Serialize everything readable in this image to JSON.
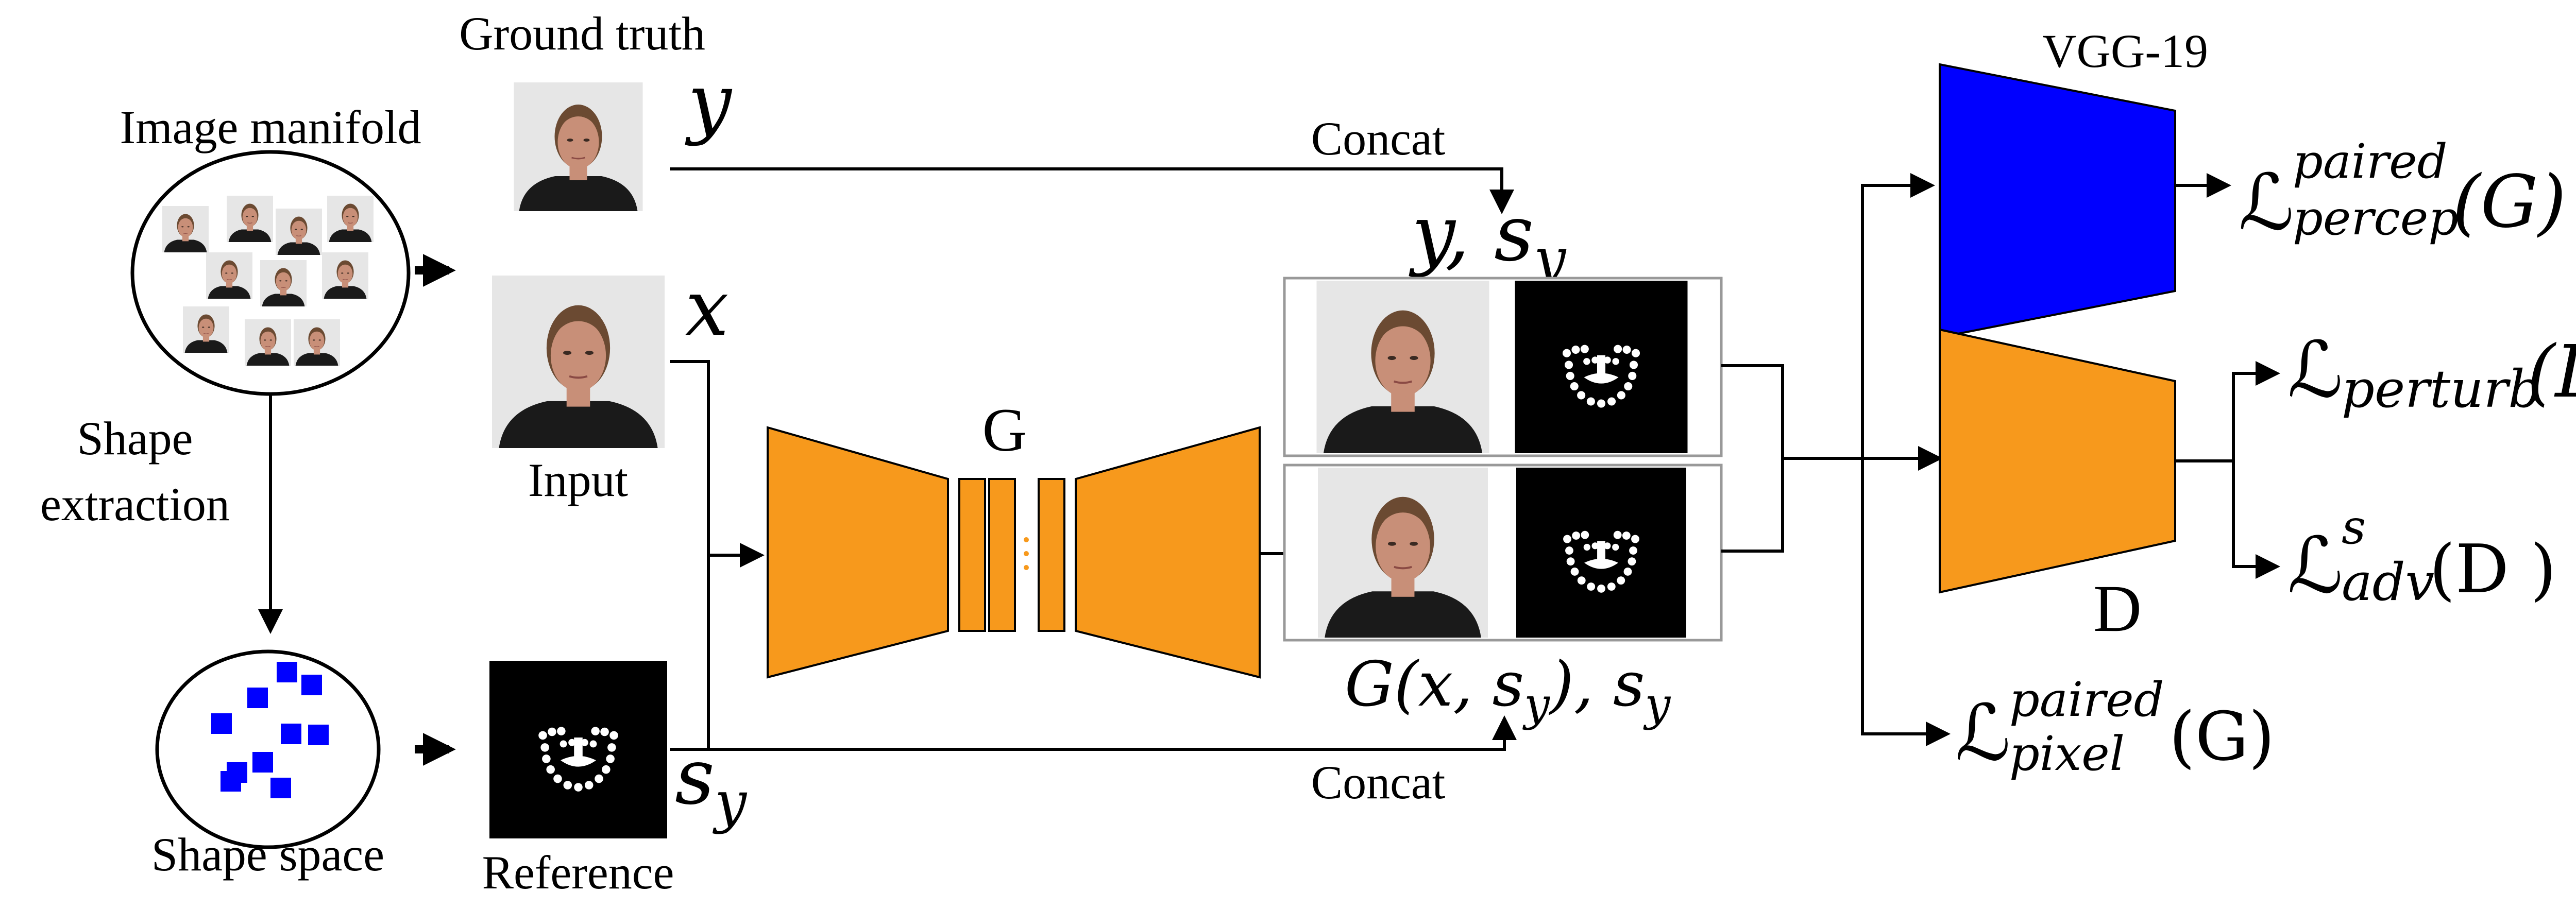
{
  "labels": {
    "ground_truth": "Ground truth",
    "image_manifold": "Image manifold",
    "shape_extraction_line1": "Shape",
    "shape_extraction_line2": "extraction",
    "shape_space": "Shape space",
    "input": "Input",
    "reference": "Reference",
    "concat_top": "Concat",
    "concat_bottom": "Concat",
    "generator": "G",
    "discriminator": "D",
    "vgg": "VGG-19"
  },
  "symbols": {
    "y": "y",
    "x": "x",
    "s_y_base": "s",
    "s_y_sub": "y",
    "pair_top_a": "y, s",
    "pair_top_sub": "y",
    "pair_bottom_a": "G(x, s",
    "pair_bottom_sub1": "y",
    "pair_bottom_b": "), s",
    "pair_bottom_sub2": "y"
  },
  "losses": {
    "L": "ℒ",
    "percep_sup": "paired",
    "percep_sub": "percep",
    "percep_arg": "(G)",
    "perturb_sub": "perturb",
    "perturb_arg": "(D)",
    "adv_sup": "s",
    "adv_sub": "adv",
    "adv_arg": "(D )",
    "pixel_sup": "paired",
    "pixel_sub": "pixel",
    "pixel_arg": "(G)"
  },
  "colors": {
    "generator": "#F7991C",
    "discriminator": "#F7991C",
    "vgg": "#0000FF",
    "shape_points": "#0000FF",
    "face_background": "#E6E6E6",
    "shirt": "#1A1A1A",
    "skin": "#C88F78",
    "hair": "#6B4A32",
    "mask_background": "#000000"
  },
  "icons": {
    "face_photo": "person-portrait",
    "landmark_mask": "face-landmark-mask"
  }
}
